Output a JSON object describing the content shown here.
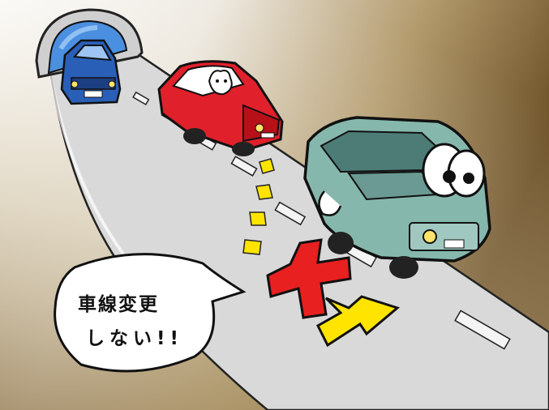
{
  "speech_bubble": {
    "line1": "車線変更",
    "line2": "しない!!"
  },
  "colors": {
    "background_dark": "#6b4f24",
    "background_light": "#f4f0e8",
    "road": "#d8d8d8",
    "tunnel_sky": "#4a8fe0",
    "car_blue": "#2a5fb8",
    "car_red": "#e0202a",
    "car_teal": "#86b7ad",
    "cross_mark": "#e82020",
    "arrow": "#ffe400",
    "dashes": "#ffe400"
  },
  "icons": [
    "tunnel-illustration",
    "blue-car-icon",
    "red-car-icon",
    "teal-van-icon",
    "cross-mark-icon",
    "arrow-icon"
  ]
}
